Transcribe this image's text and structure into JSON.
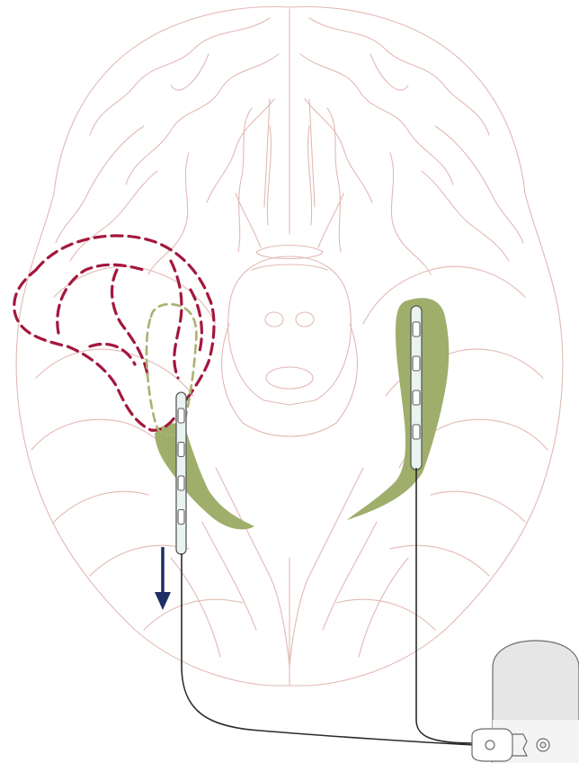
{
  "colors": {
    "brain_outline": "#e2b9b4",
    "lesion_outline": "#a3173d",
    "temporal_region_fill": "#9fae6a",
    "resection_outline": "#a9b271",
    "electrode_fill": "#e9f3ef",
    "electrode_stroke": "#5b5b5b",
    "wire": "#2b2b2b",
    "arrow": "#1d2f66",
    "device_body": "#e6e6e6",
    "device_stroke": "#6b6b6b"
  },
  "electrodes": [
    {
      "id": "left",
      "contacts": 4
    },
    {
      "id": "right",
      "contacts": 4
    }
  ],
  "icons": {
    "arrow": "down-arrow-icon",
    "device": "neurostimulator-device-icon"
  }
}
